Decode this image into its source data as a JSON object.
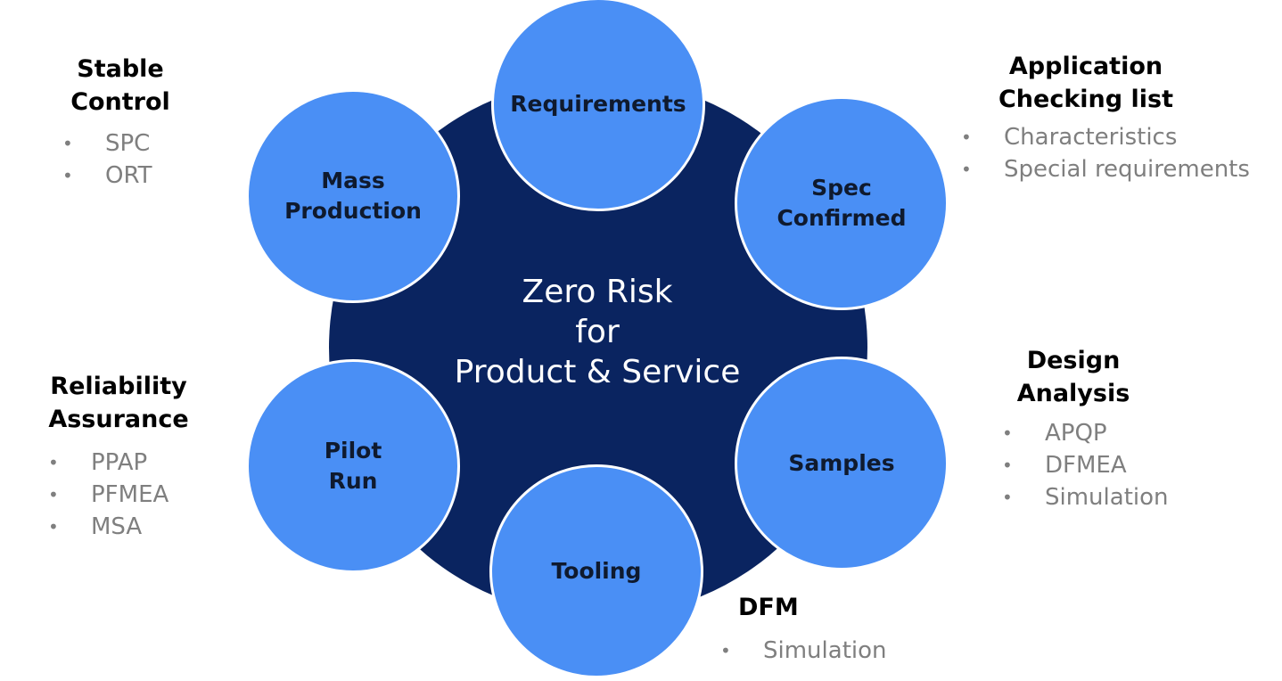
{
  "hub": {
    "lines": [
      "Zero Risk",
      "for",
      "Product & Service"
    ]
  },
  "nodes": {
    "requirements": [
      "Requirements"
    ],
    "spec_confirmed": [
      "Spec",
      "Confirmed"
    ],
    "samples": [
      "Samples"
    ],
    "tooling": [
      "Tooling"
    ],
    "pilot_run": [
      "Pilot",
      "Run"
    ],
    "mass_production": [
      "Mass",
      "Production"
    ]
  },
  "groups": {
    "stable_control": {
      "title": [
        "Stable",
        "Control"
      ],
      "items": [
        "SPC",
        "ORT"
      ]
    },
    "application_checking": {
      "title": [
        "Application",
        "Checking list"
      ],
      "items": [
        "Characteristics",
        "Special requirements"
      ]
    },
    "design_analysis": {
      "title": [
        "Design",
        "Analysis"
      ],
      "items": [
        "APQP",
        "DFMEA",
        "Simulation"
      ]
    },
    "dfm": {
      "title": [
        "DFM"
      ],
      "items": [
        "Simulation"
      ]
    },
    "reliability_assurance": {
      "title": [
        "Reliability",
        "Assurance"
      ],
      "items": [
        "PPAP",
        "PFMEA",
        "MSA"
      ]
    }
  },
  "bullet_glyph": "•",
  "colors": {
    "hub": "#0a2460",
    "node": "#4a8ff5",
    "bullet_text": "#7f7f7f"
  }
}
